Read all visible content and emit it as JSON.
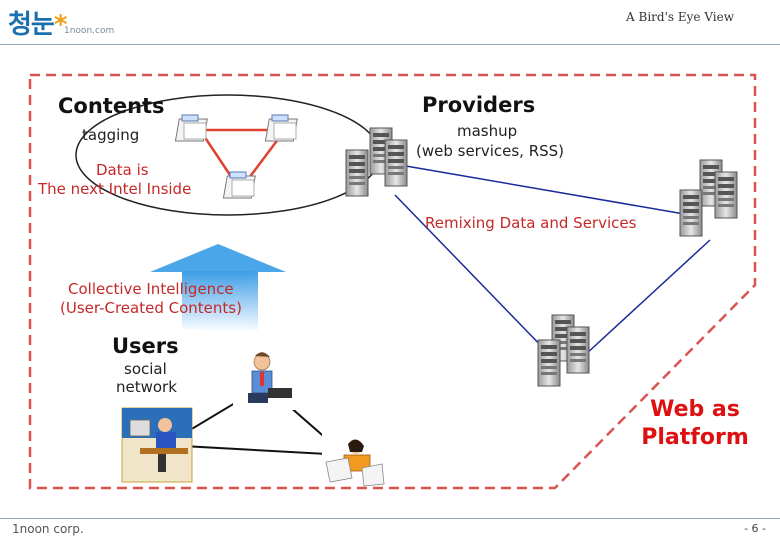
{
  "header": {
    "logo_text": "청눈",
    "logo_url": "1noon.com",
    "title": "A Bird's Eye View"
  },
  "contents": {
    "heading": "Contents",
    "tagging": "tagging",
    "data_line1": "Data is",
    "data_line2": "The next Intel Inside"
  },
  "providers": {
    "heading": "Providers",
    "mashup_line1": "mashup",
    "mashup_line2": "(web services, RSS)",
    "remixing": "Remixing Data and Services"
  },
  "collective": {
    "line1": "Collective Intelligence",
    "line2": "(User-Created Contents)"
  },
  "users": {
    "heading": "Users",
    "social_line1": "social",
    "social_line2": "network"
  },
  "platform": {
    "line1": "Web as",
    "line2": "Platform"
  },
  "footer": {
    "company": "1noon corp.",
    "page": "- 6 -"
  },
  "colors": {
    "dashed_border": "#d9534f",
    "triangle_red": "#e04030",
    "network_blue": "#1a2a9a",
    "arrow_light": "#e8f4ff",
    "arrow_dark": "#4aa6e8",
    "platform_text": "#dd1111"
  }
}
